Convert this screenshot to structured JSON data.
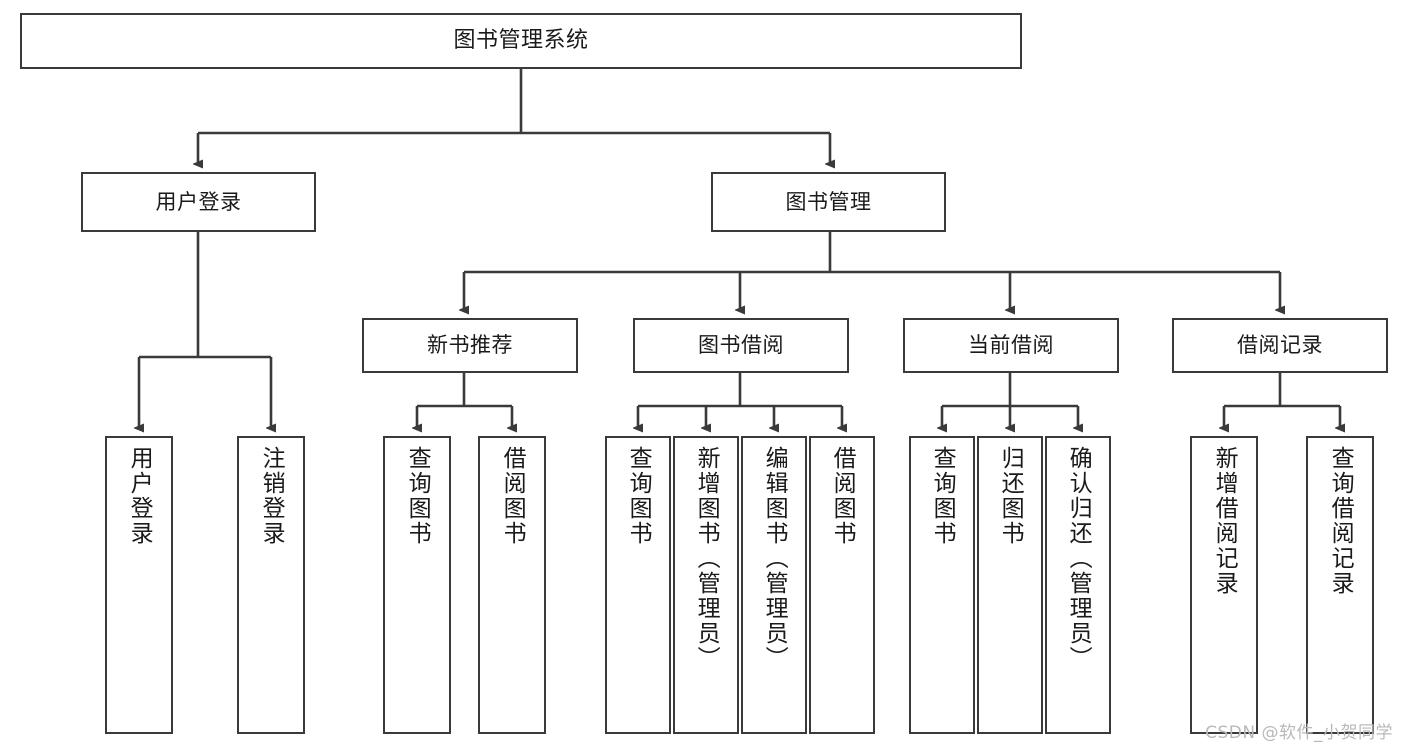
{
  "diagram": {
    "title": "图书管理系统",
    "watermark": "CSDN @软件_小贺同学",
    "colors": {
      "box_border": "#3a3a3a",
      "edge": "#3a3a3a",
      "text": "#1a1a1a",
      "background": "#ffffff",
      "watermark": "#b9b9b9"
    },
    "nodes": {
      "root": {
        "label": "图书管理系统"
      },
      "level2": [
        {
          "id": "user-login",
          "label": "用户登录"
        },
        {
          "id": "book-management",
          "label": "图书管理"
        }
      ],
      "level3": [
        {
          "id": "new-book-recommend",
          "label": "新书推荐"
        },
        {
          "id": "book-borrow",
          "label": "图书借阅"
        },
        {
          "id": "current-borrow",
          "label": "当前借阅"
        },
        {
          "id": "borrow-record",
          "label": "借阅记录"
        }
      ],
      "leaves": {
        "user_login": [
          {
            "id": "login",
            "label": "用户登录"
          },
          {
            "id": "logout",
            "label": "注销登录"
          }
        ],
        "new_book_recommend": [
          {
            "id": "query-book",
            "label": "查询图书"
          },
          {
            "id": "borrow-book",
            "label": "借阅图书"
          }
        ],
        "book_borrow": [
          {
            "id": "query-book",
            "label": "查询图书"
          },
          {
            "id": "add-book-admin",
            "label": "新增图书（管理员）"
          },
          {
            "id": "edit-book-admin",
            "label": "编辑图书（管理员）"
          },
          {
            "id": "borrow-book",
            "label": "借阅图书"
          }
        ],
        "current_borrow": [
          {
            "id": "query-book",
            "label": "查询图书"
          },
          {
            "id": "return-book",
            "label": "归还图书"
          },
          {
            "id": "confirm-return-admin",
            "label": "确认归还（管理员）"
          }
        ],
        "borrow_record": [
          {
            "id": "add-borrow-record",
            "label": "新增借阅记录"
          },
          {
            "id": "query-borrow-record",
            "label": "查询借阅记录"
          }
        ]
      }
    }
  }
}
